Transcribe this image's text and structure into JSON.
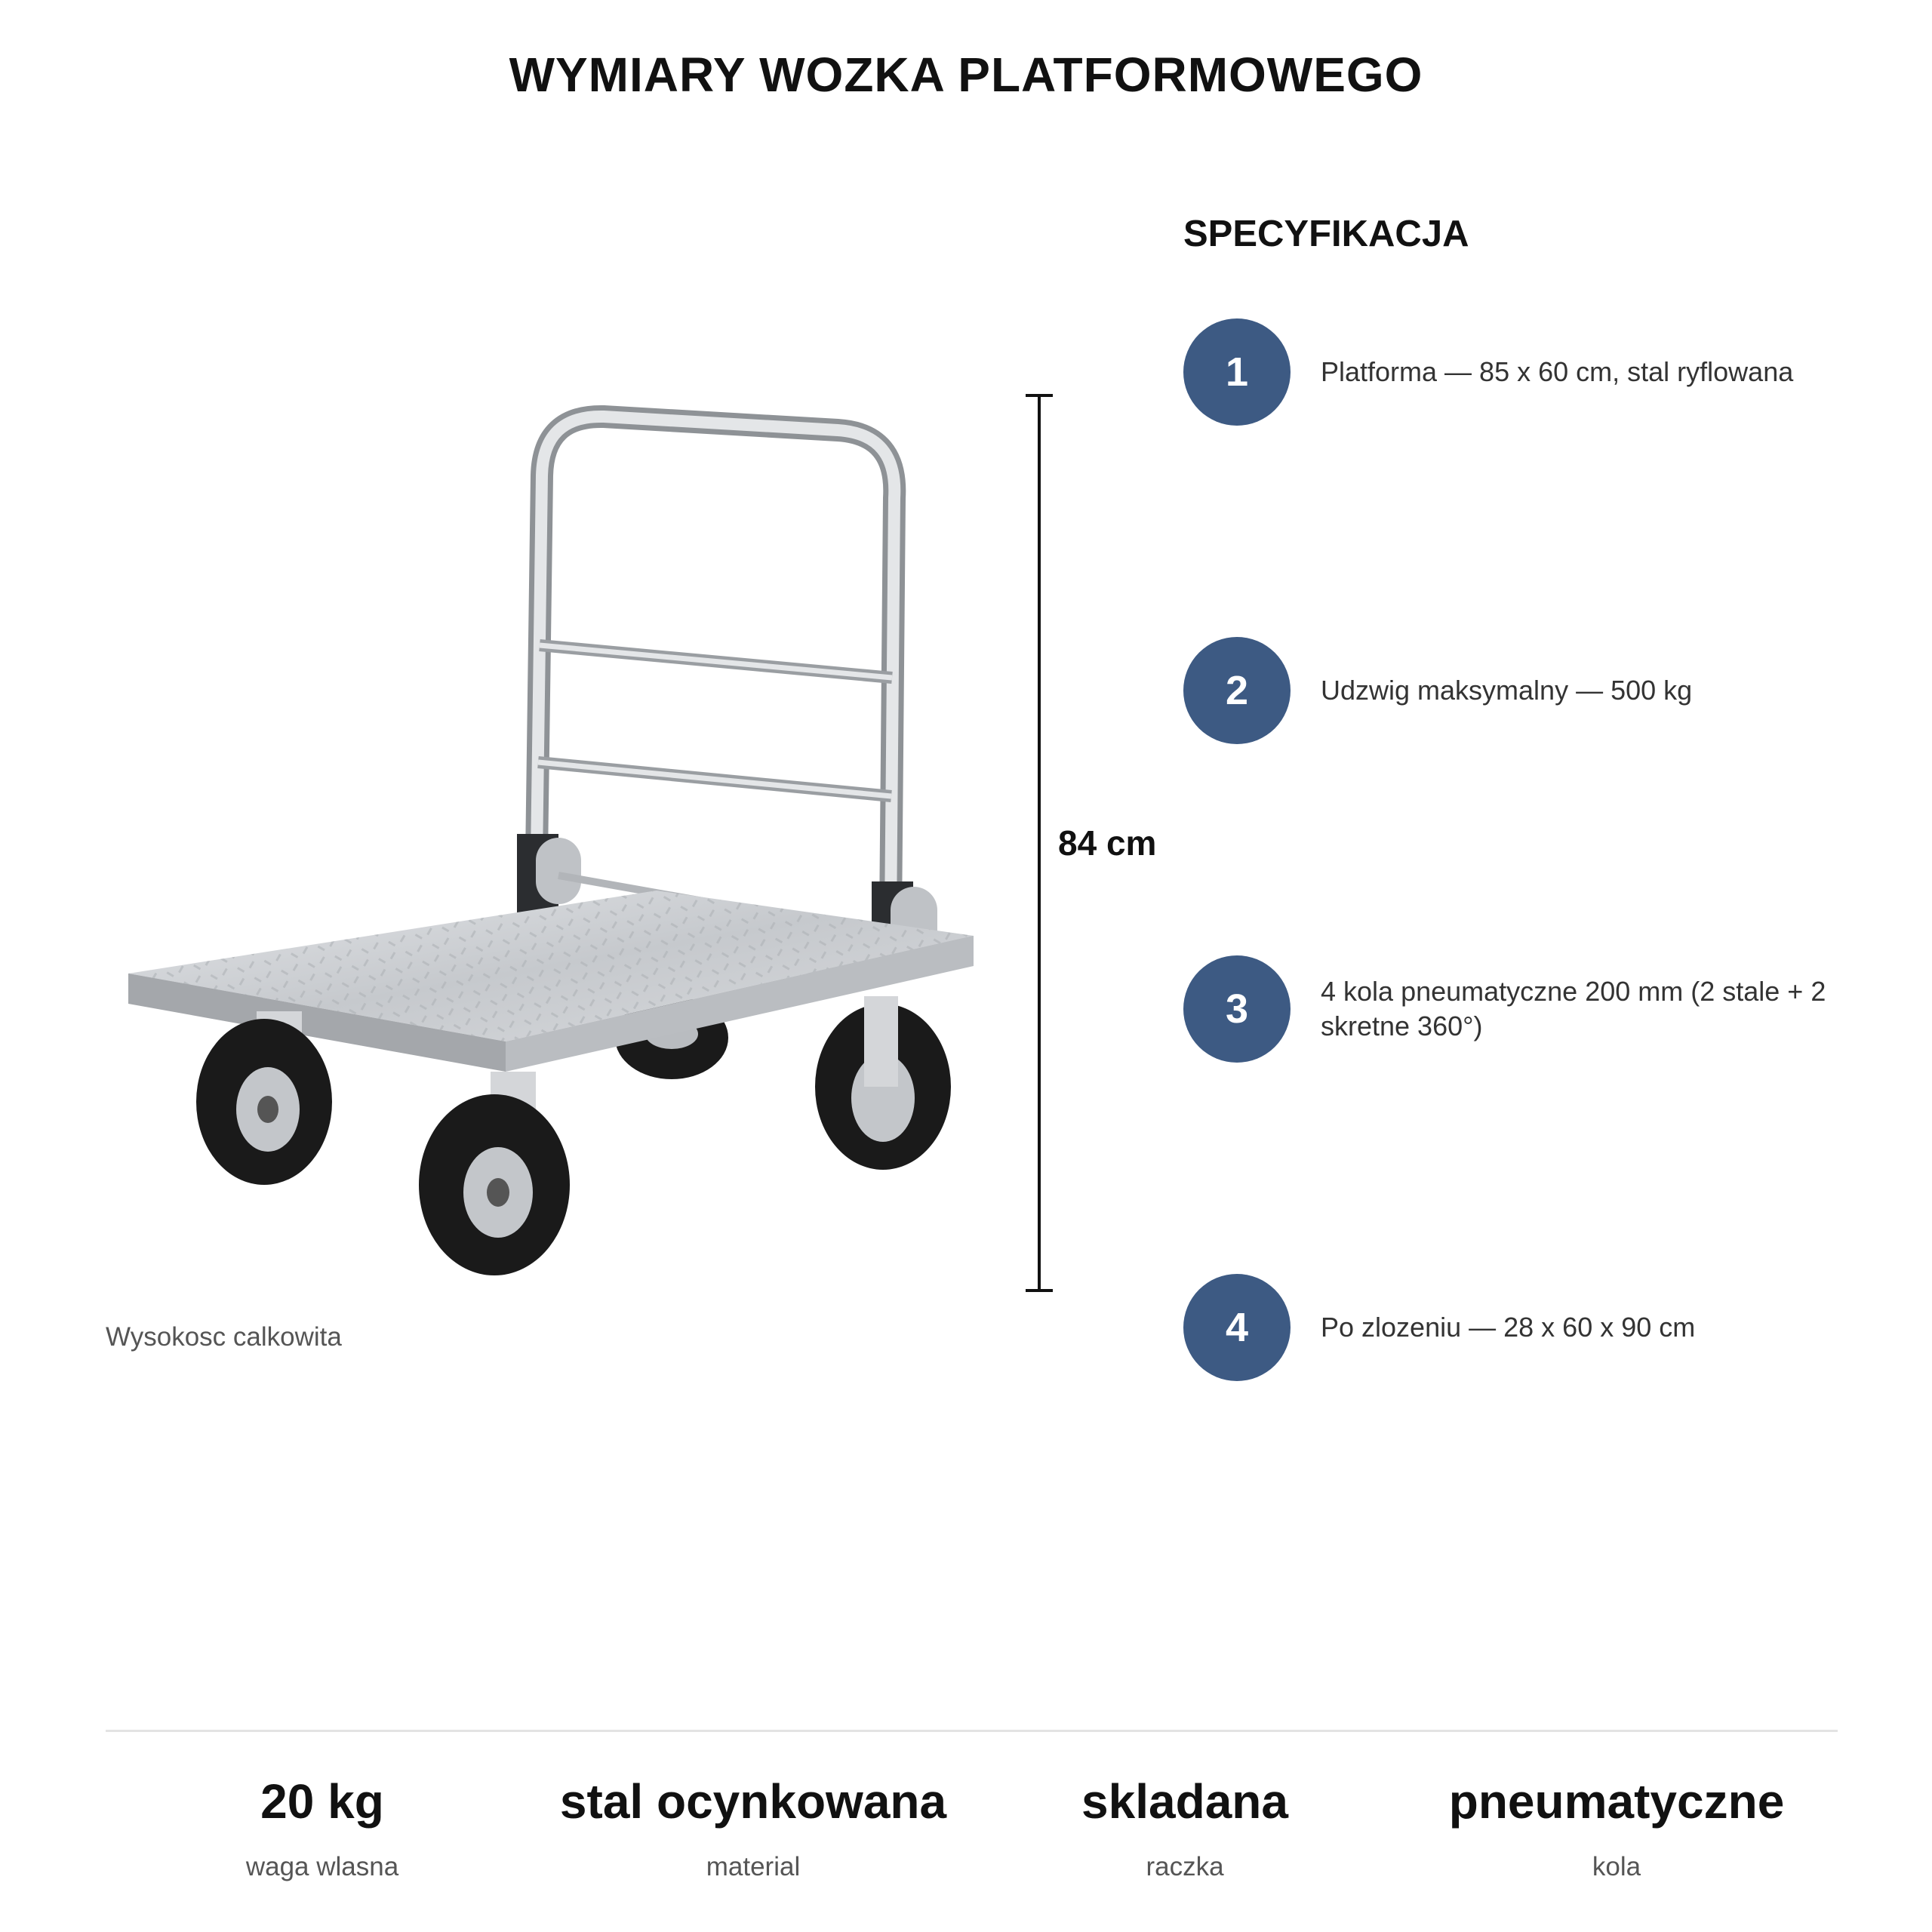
{
  "title": "WYMIARY WOZKA PLATFORMOWEGO",
  "spec": {
    "heading": "SPECYFIKACJA",
    "items": [
      {
        "number": "1",
        "text": "Platforma — 85 x 60 cm, stal ryflowana"
      },
      {
        "number": "2",
        "text": "Udzwig maksymalny — 500 kg"
      },
      {
        "number": "3",
        "text": "4 kola pneumatyczne 200 mm (2 stale + 2 skretne 360°)"
      },
      {
        "number": "4",
        "text": "Po zlozeniu — 28 x 60 x 90 cm"
      }
    ]
  },
  "dimension": {
    "label": "84 cm"
  },
  "caption": "Wysokosc calkowita",
  "stats": [
    {
      "value": "20 kg",
      "label": "waga wlasna"
    },
    {
      "value": "stal ocynkowana",
      "label": "material"
    },
    {
      "value": "skladana",
      "label": "raczka"
    },
    {
      "value": "pneumatyczne",
      "label": "kola"
    }
  ],
  "colors": {
    "badge": "#3d5a83",
    "steel": "#c9ccd0",
    "tire": "#1a1a1a"
  }
}
